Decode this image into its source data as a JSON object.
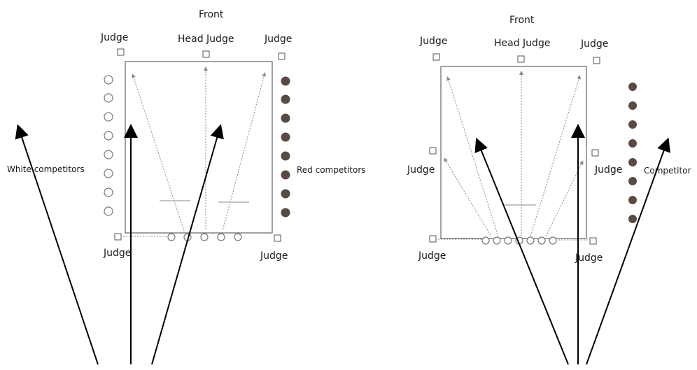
{
  "diagram_left": {
    "front_label": "Front",
    "head_judge_label": "Head Judge",
    "judge_label": "Judge",
    "white_competitors_label": "White competitors",
    "red_competitors_label": "Red competitors"
  },
  "diagram_right": {
    "front_label": "Front",
    "head_judge_label": "Head Judge",
    "judge_label": "Judge",
    "competitor_label": "Competitor"
  },
  "colors": {
    "red_dot": "#5a4a44",
    "arrow": "#000000"
  }
}
